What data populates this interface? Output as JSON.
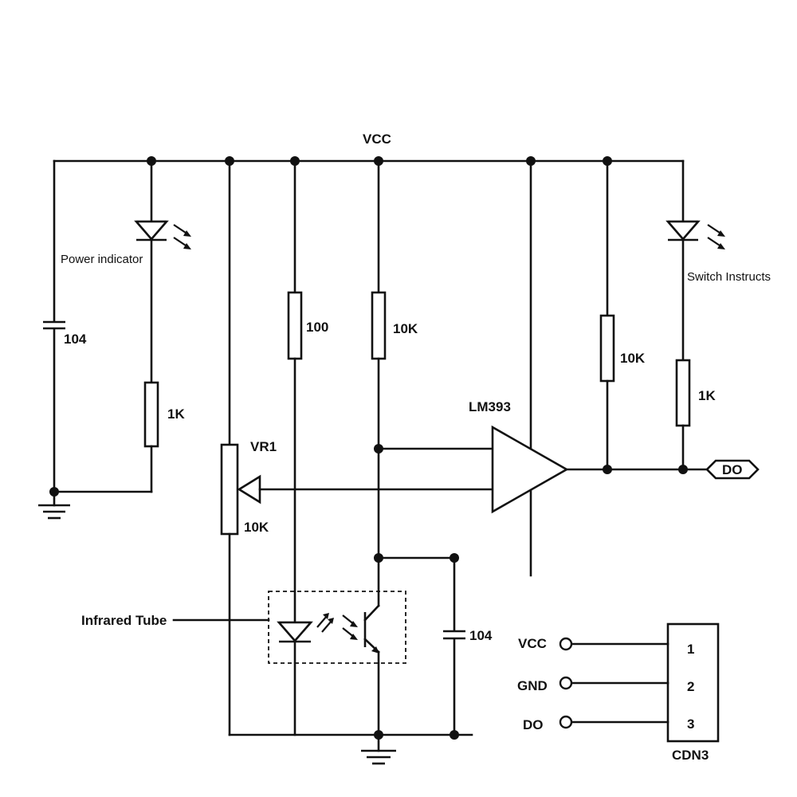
{
  "labels": {
    "vcc": "VCC",
    "power_indicator": "Power indicator",
    "switch_instructs": "Switch Instructs",
    "cap_left": "104",
    "res_1k_left": "1K",
    "res_100": "100",
    "res_10k_mid": "10K",
    "res_10k_right": "10K",
    "res_1k_right": "1K",
    "comparator": "LM393",
    "pot_name": "VR1",
    "pot_value": "10K",
    "do_port": "DO",
    "infrared_tube": "Infrared Tube",
    "cap_right": "104"
  },
  "connector": {
    "name": "CDN3",
    "pins": [
      {
        "label": "VCC",
        "number": "1"
      },
      {
        "label": "GND",
        "number": "2"
      },
      {
        "label": "DO",
        "number": "3"
      }
    ]
  }
}
